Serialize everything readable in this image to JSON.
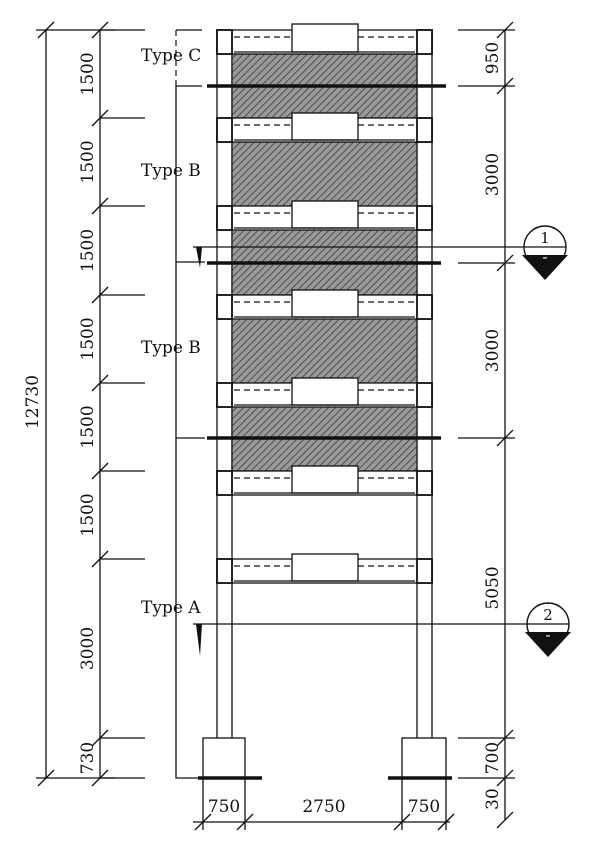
{
  "diagram": {
    "left_total_dimension": "12730",
    "left_dimensions": [
      "1500",
      "1500",
      "1500",
      "1500",
      "1500",
      "1500",
      "3000",
      "730"
    ],
    "right_dimensions": [
      "950",
      "3000",
      "3000",
      "5050",
      "700",
      "30"
    ],
    "bottom_dimensions": [
      "750",
      "2750",
      "750"
    ],
    "type_labels": [
      "Type C",
      "Type B",
      "Type B",
      "Type A"
    ],
    "section_markers": [
      {
        "number": "1",
        "sub": "-"
      },
      {
        "number": "2",
        "sub": "-"
      }
    ]
  }
}
